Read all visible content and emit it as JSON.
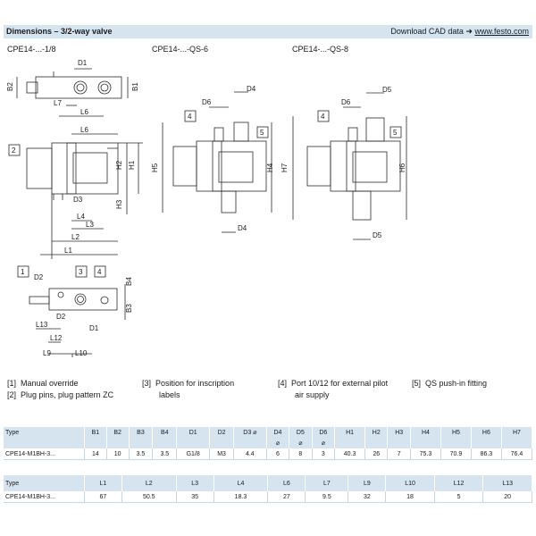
{
  "header": {
    "title": "Dimensions – 3/2-way valve",
    "cad_text": "Download CAD data",
    "cad_arrow": "➜",
    "cad_link": "www.festo.com"
  },
  "views": {
    "v1_title": "CPE14-...-1/8",
    "v2_title": "CPE14-...-QS-6",
    "v3_title": "CPE14-...-QS-8"
  },
  "dims": {
    "D1": "D1",
    "B1": "B1",
    "B2": "B2",
    "L7": "L7",
    "L6": "L6",
    "H1": "H1",
    "H2": "H2",
    "H3": "H3",
    "L3": "L3",
    "L4": "L4",
    "L2": "L2",
    "L1": "L1",
    "D2": "D2",
    "D3": "D3",
    "B3": "B3",
    "B4": "B4",
    "L9": "L9",
    "L10": "L10",
    "L12": "L12",
    "L13": "L13",
    "D4": "D4",
    "D5": "D5",
    "D6": "D6",
    "H4": "H4",
    "H5": "H5",
    "H6": "H6",
    "H7": "H7",
    "n1": "1",
    "n2": "2",
    "n3": "3",
    "n4": "4",
    "n5": "5"
  },
  "legend": [
    {
      "num": "[1]",
      "text": "Manual override"
    },
    {
      "num": "[2]",
      "text": "Plug pins, plug pattern ZC"
    },
    {
      "num": "[3]",
      "text": "Position for inscription",
      "cont": "labels"
    },
    {
      "num": "[4]",
      "text": "Port 10/12 for external pilot",
      "cont": "air supply"
    },
    {
      "num": "[5]",
      "text": "QS push-in fitting"
    }
  ],
  "table1": {
    "headers": [
      "Type",
      "B1",
      "B2",
      "B3",
      "B4",
      "D1",
      "D2",
      "D3 ⌀",
      "D4",
      "D5",
      "D6",
      "H1",
      "H2",
      "H3",
      "H4",
      "H5",
      "H6",
      "H7"
    ],
    "subheaders": [
      "",
      "",
      "",
      "",
      "",
      "",
      "",
      "",
      "⌀",
      "⌀",
      "⌀",
      "",
      "",
      "",
      "",
      "",
      "",
      ""
    ],
    "row": [
      "CPE14-M1BH-3...",
      "14",
      "10",
      "3.5",
      "3.5",
      "G1/8",
      "M3",
      "4.4",
      "6",
      "8",
      "3",
      "40.3",
      "26",
      "7",
      "75.3",
      "70.9",
      "86.3",
      "76.4"
    ]
  },
  "table2": {
    "headers": [
      "Type",
      "L1",
      "L2",
      "L3",
      "L4",
      "L6",
      "L7",
      "L9",
      "L10",
      "L12",
      "L13"
    ],
    "row": [
      "CPE14-M1BH-3...",
      "67",
      "50.5",
      "35",
      "18.3",
      "27",
      "9.5",
      "32",
      "18",
      "5",
      "20"
    ]
  }
}
